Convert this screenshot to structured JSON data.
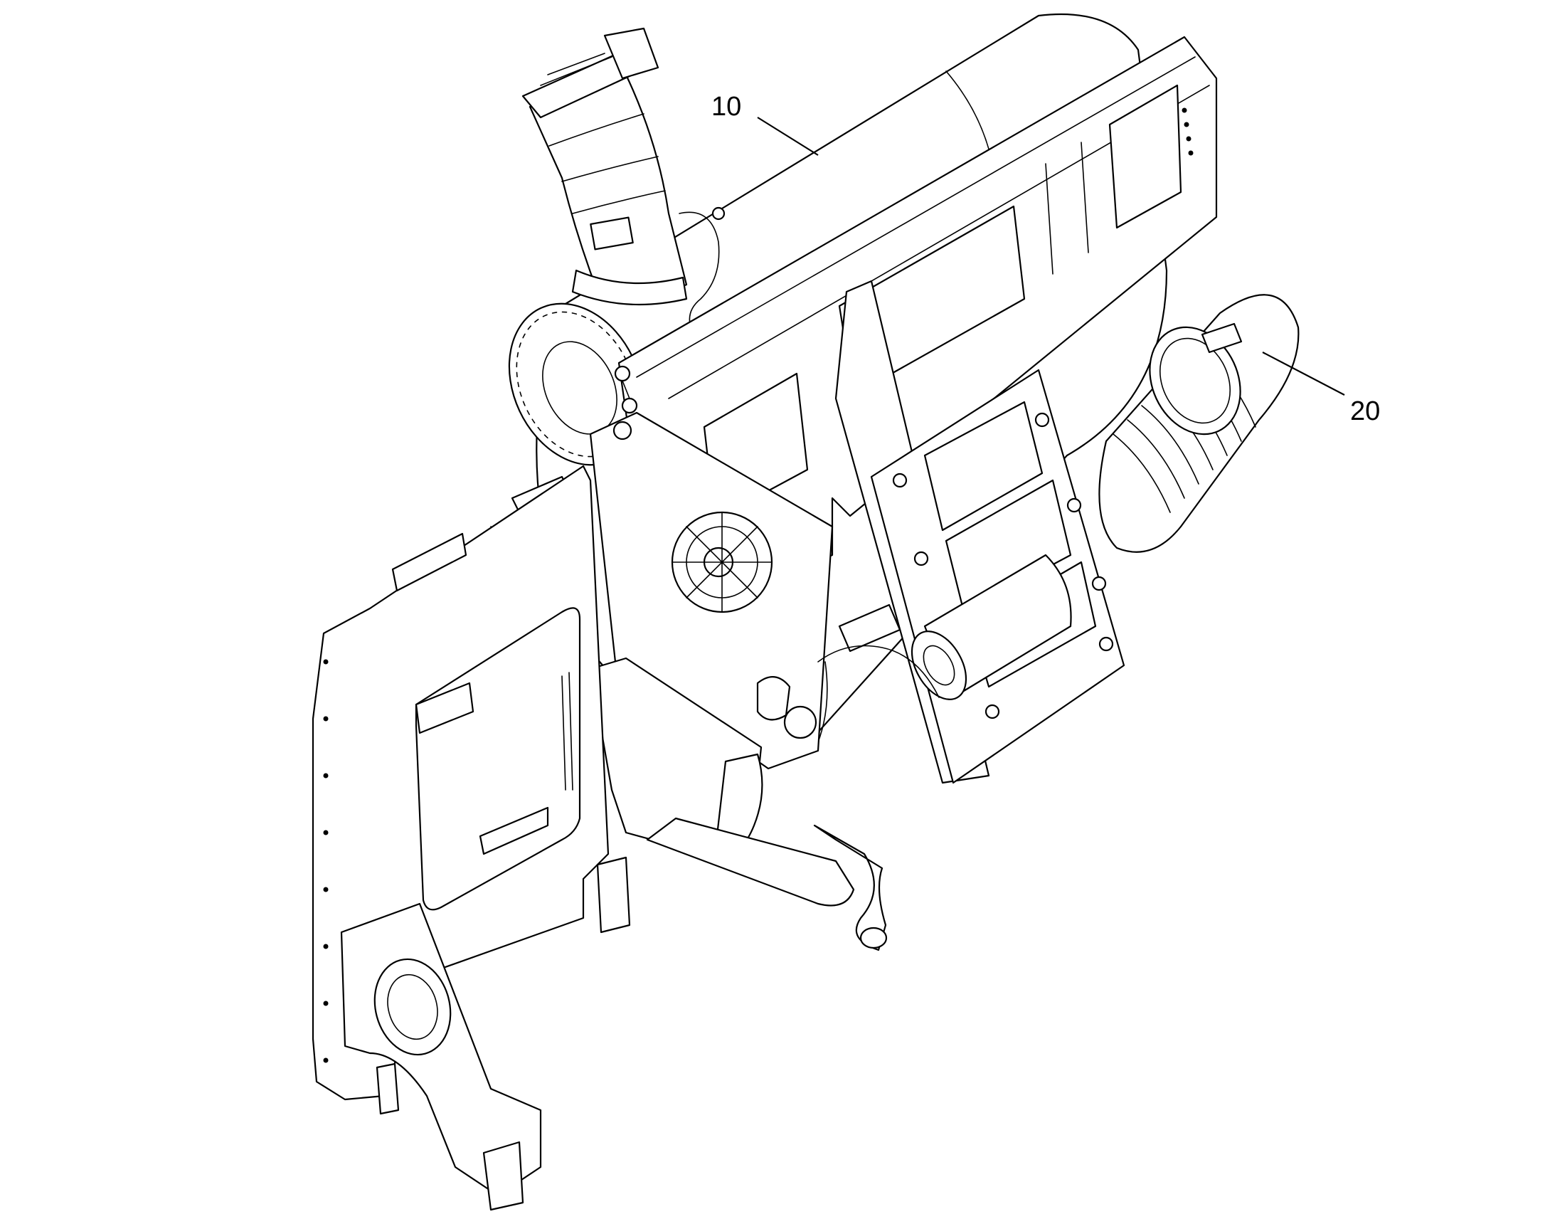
{
  "callouts": [
    {
      "id": "item-10",
      "label": "10"
    },
    {
      "id": "item-20",
      "label": "20"
    }
  ],
  "colors": {
    "line": "#000000",
    "background": "#ffffff",
    "shade": "#e4e4e4"
  }
}
